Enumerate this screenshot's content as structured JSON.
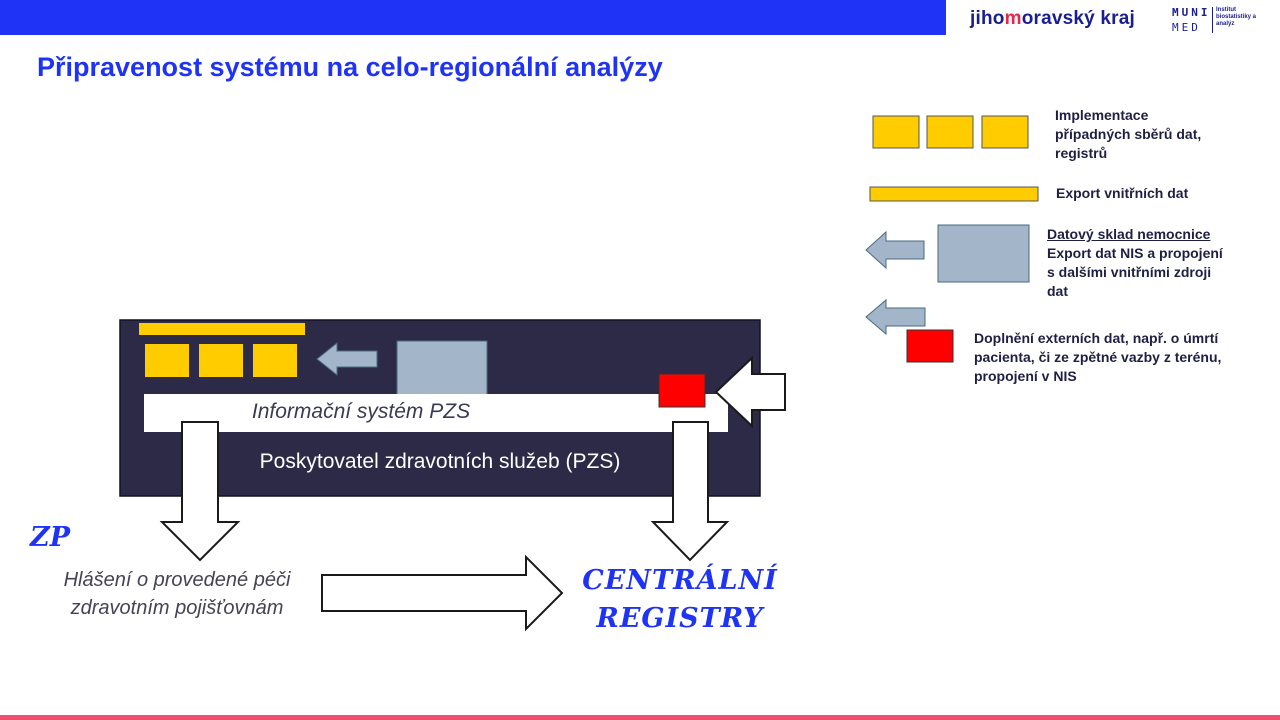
{
  "header": {
    "logo_jmk_part1": "jiho",
    "logo_jmk_accent": "m",
    "logo_jmk_part2": "oravský kraj",
    "logo_muni_line1": "MUNI",
    "logo_muni_line2": "MED",
    "logo_muni_institute": "Institut biostatistiky a analýz"
  },
  "title": "Připravenost systému na celo-regionální analýzy",
  "legend": {
    "collections": {
      "line1": "Implementace",
      "line2": "případných sběrů dat,",
      "line3": "registrů"
    },
    "export": {
      "text": "Export vnitřních dat"
    },
    "warehouse": {
      "heading": "Datový sklad nemocnice",
      "line1": "Export dat NIS a propojení",
      "line2": "s dalšími vnitřními zdroji",
      "line3": "dat"
    },
    "external": {
      "line1": "Doplnění externích dat, např. o úmrtí",
      "line2": "pacienta, či ze zpětné vazby z terénu,",
      "line3": "propojení v NIS"
    }
  },
  "diagram": {
    "is_label": "Informační systém PZS",
    "pzs_label": "Poskytovatel zdravotních služeb (PZS)",
    "zp_label": "ZP",
    "hlaseni_line1": "Hlášení o provedené péči",
    "hlaseni_line2": "zdravotním pojišťovnám",
    "central_line1": "CENTRÁLNÍ",
    "central_line2": "REGISTRY"
  },
  "colors": {
    "blue": "#1e33f5",
    "yellow": "#ffcc00",
    "dark_box": "#2c2a47",
    "grey_blue": "#a3b5c9",
    "red": "#ff0000",
    "pink_line": "#f0506e"
  }
}
